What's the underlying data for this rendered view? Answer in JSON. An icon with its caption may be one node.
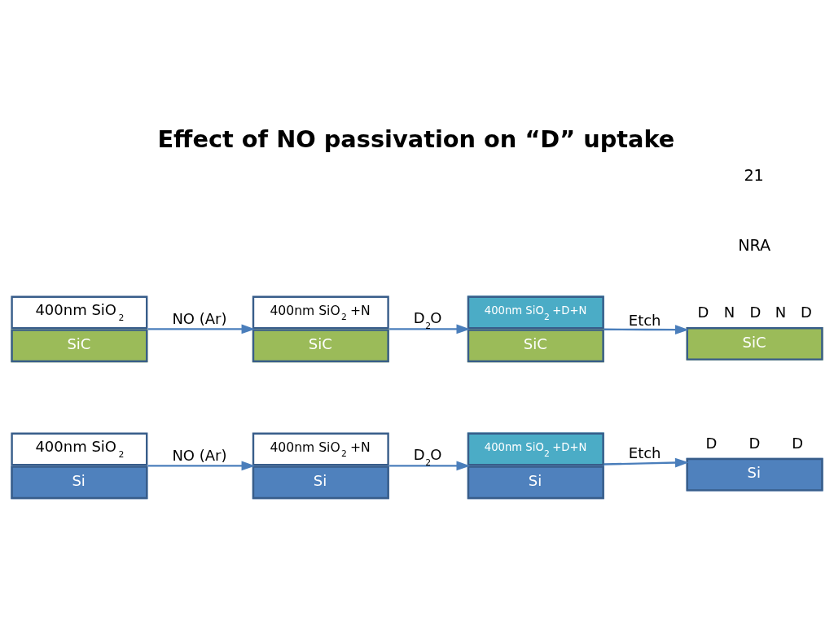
{
  "diagram": {
    "title": "Effect of NO passivation on “D” uptake",
    "nodes": [
      {
        "text": [
          "400nm SiO$_{2}$",
          "Si"
        ]
      },
      {
        "text": [
          "400nm SiO$_{2}$ +N",
          "Si"
        ]
      },
      {
        "text": [
          "400nm SiO$_{2}$ +D+N",
          "Si"
        ]
      },
      {
        "text": [
          "Si"
        ],
        "beside": [
          "D",
          "D",
          "D"
        ]
      },
      {
        "text": [
          "400nm SiO$_{2}$",
          "SiC"
        ]
      },
      {
        "text": [
          "400nm SiO$_{2}$ +N",
          "SiC"
        ]
      },
      {
        "text": [
          "400nm SiO$_{2}$ +D+N",
          "SiC"
        ]
      },
      {
        "text": [
          "SiC"
        ],
        "beside": [
          "D",
          "N",
          "D",
          "N",
          "D"
        ]
      }
    ],
    "edges": [
      {
        "from": 0,
        "to": 1,
        "arrow": "to",
        "label": "NO (Ar)"
      },
      {
        "from": 1,
        "to": 2,
        "arrow": "to",
        "label": "D$_{2}$O"
      },
      {
        "from": 2,
        "to": 3,
        "arrow": "to",
        "label": "Etch"
      },
      {
        "from": 4,
        "to": 5,
        "arrow": "to",
        "label": "NO (Ar)"
      },
      {
        "from": 5,
        "to": 6,
        "arrow": "to",
        "label": "D$_{2}$O"
      },
      {
        "from": 6,
        "to": 7,
        "arrow": "to",
        "label": "Etch"
      }
    ],
    "labels": [
      "NRA",
      "21"
    ]
  }
}
